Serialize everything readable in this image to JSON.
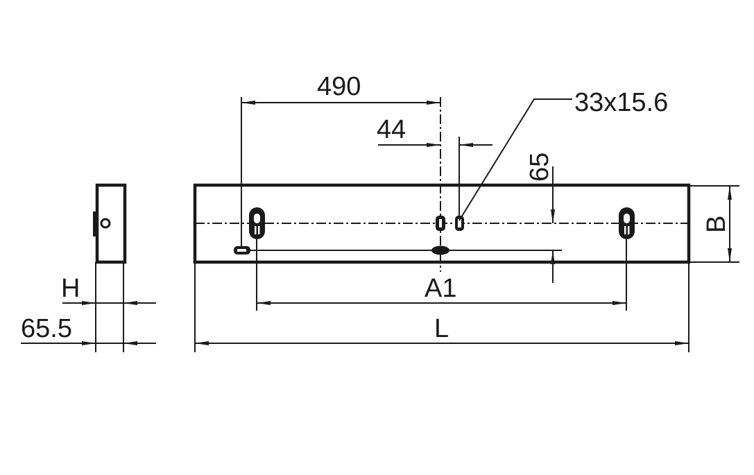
{
  "drawing": {
    "dimensions": {
      "spacing_490": "490",
      "spacing_44": "44",
      "slot_size": "33x15.6",
      "offset_65": "65",
      "width_b": "B",
      "mounting_a1": "A1",
      "length_l": "L",
      "height_h": "H",
      "depth_65_5": "65.5"
    },
    "line_color": "#1a1a1a"
  }
}
